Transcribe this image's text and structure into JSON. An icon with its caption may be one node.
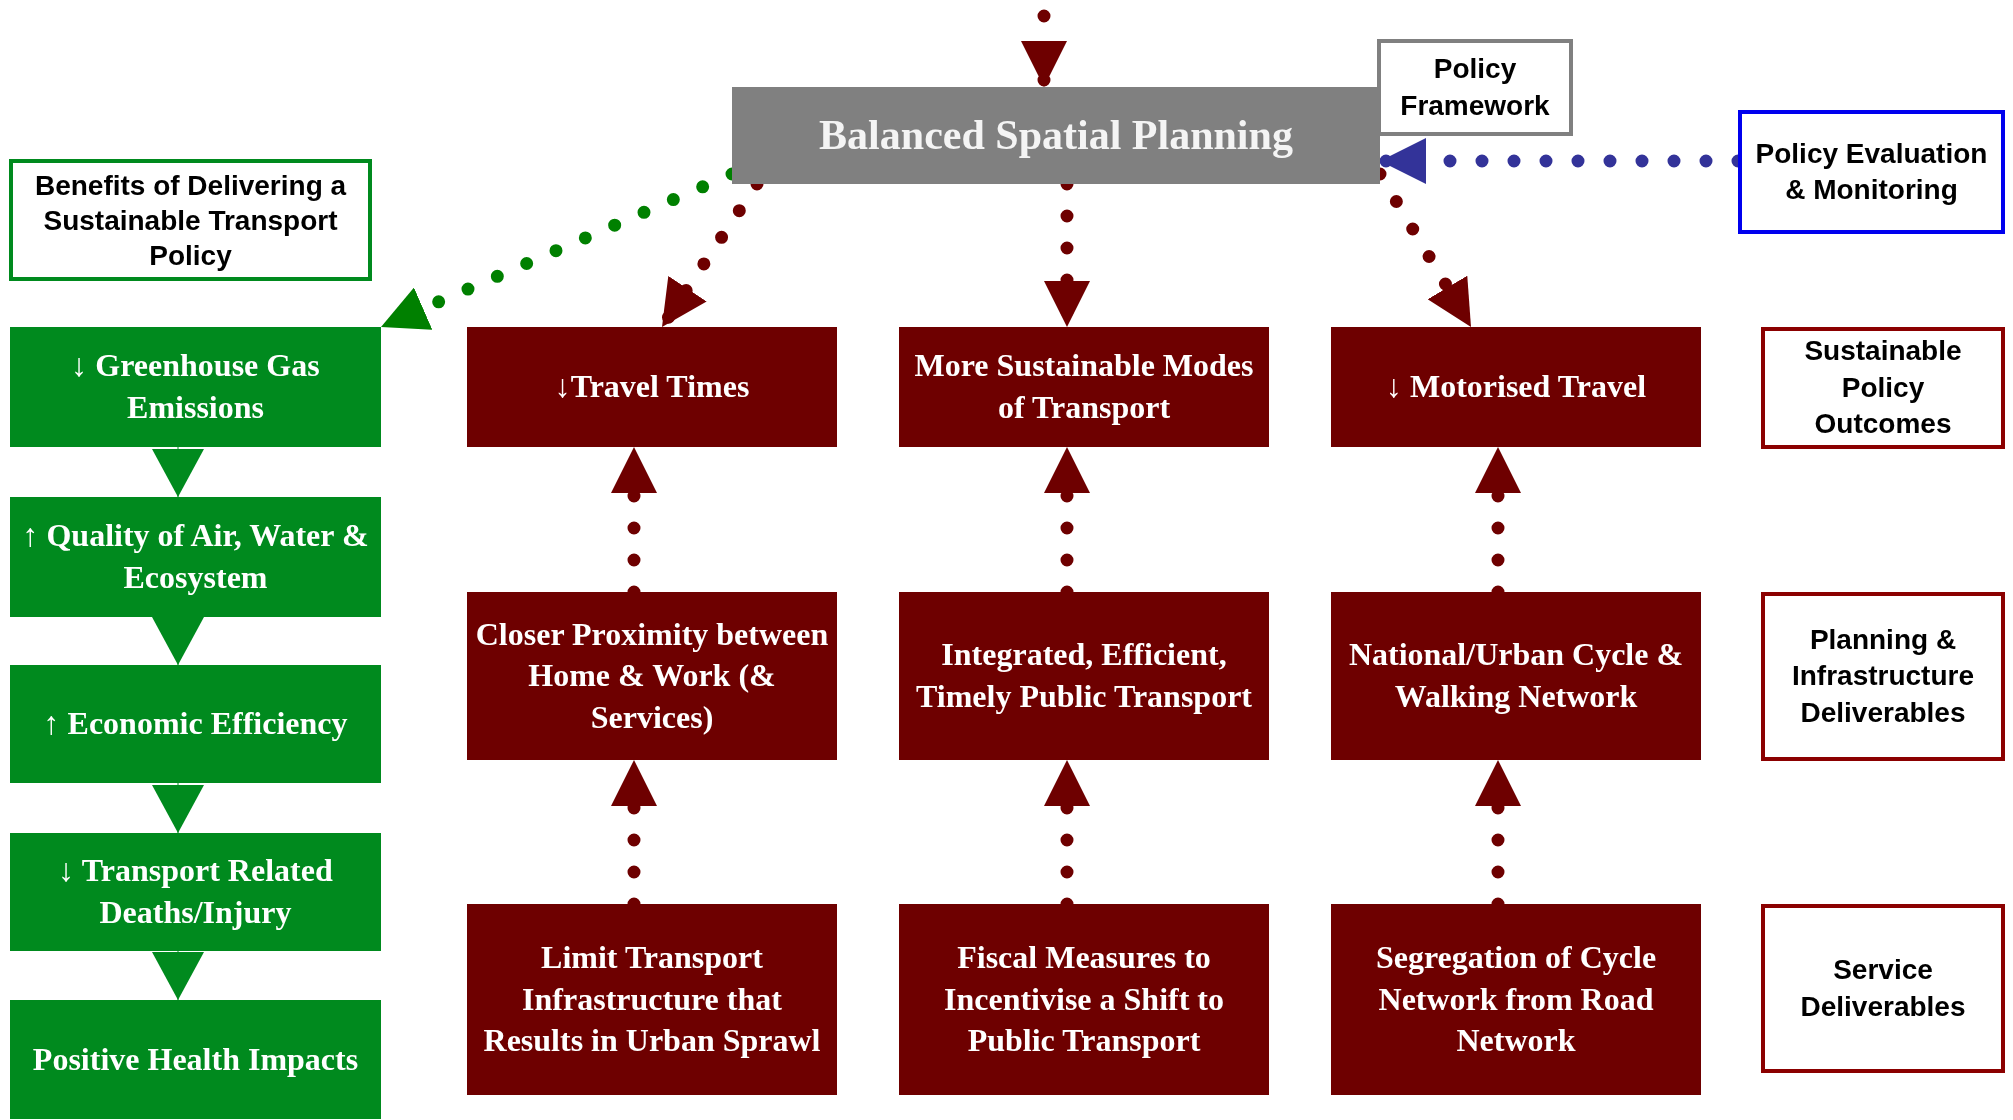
{
  "diagram": {
    "nodes": [
      {
        "text": [
          "Balanced Spatial Planning"
        ]
      },
      {
        "text": [
          "Policy Framework"
        ]
      },
      {
        "text": [
          "Policy Evaluation & Monitoring"
        ]
      },
      {
        "text": [
          "Benefits of Delivering a Sustainable Transport Policy"
        ]
      },
      {
        "text": [
          "↓ Greenhouse Gas Emissions"
        ]
      },
      {
        "text": [
          "↑ Quality of Air, Water & Ecosystem"
        ]
      },
      {
        "text": [
          "↑ Economic Efficiency"
        ]
      },
      {
        "text": [
          "↓ Transport Related Deaths/Injury"
        ]
      },
      {
        "text": [
          "Positive Health Impacts"
        ]
      },
      {
        "text": [
          "↓Travel Times"
        ]
      },
      {
        "text": [
          "More Sustainable Modes of Transport"
        ]
      },
      {
        "text": [
          "↓ Motorised Travel"
        ]
      },
      {
        "text": [
          "Closer Proximity between Home & Work (& Services)"
        ]
      },
      {
        "text": [
          "Integrated, Efficient, Timely Public Transport"
        ]
      },
      {
        "text": [
          "National/Urban Cycle & Walking Network"
        ]
      },
      {
        "text": [
          "Limit Transport Infrastructure that Results in Urban Sprawl"
        ]
      },
      {
        "text": [
          "Fiscal Measures to Incentivise a Shift to Public Transport"
        ]
      },
      {
        "text": [
          "Segregation of Cycle Network from Road Network"
        ]
      },
      {
        "text": [
          "Sustainable Policy Outcomes"
        ]
      },
      {
        "text": [
          "Planning & Infrastructure Deliverables"
        ]
      },
      {
        "text": [
          "Service Deliverables"
        ]
      }
    ],
    "edges": [
      {
        "from": null,
        "to": 0,
        "arrow": "to",
        "style": "dashed"
      },
      {
        "from": 0,
        "to": 4,
        "arrow": "to",
        "style": "dashed",
        "color": "#008000"
      },
      {
        "from": 0,
        "to": 9,
        "arrow": "to",
        "style": "dashed"
      },
      {
        "from": 0,
        "to": 10,
        "arrow": "to",
        "style": "dashed"
      },
      {
        "from": 0,
        "to": 11,
        "arrow": "to",
        "style": "dashed"
      },
      {
        "from": 2,
        "to": 0,
        "arrow": "to",
        "style": "dashed",
        "color": "#333399"
      },
      {
        "from": 4,
        "to": 5,
        "arrow": "to",
        "color": "#008a1e"
      },
      {
        "from": 5,
        "to": 6,
        "arrow": "to",
        "color": "#008a1e"
      },
      {
        "from": 6,
        "to": 7,
        "arrow": "to",
        "color": "#008a1e"
      },
      {
        "from": 7,
        "to": 8,
        "arrow": "to",
        "color": "#008a1e"
      },
      {
        "from": 12,
        "to": 9,
        "arrow": "to",
        "style": "dashed"
      },
      {
        "from": 13,
        "to": 10,
        "arrow": "to",
        "style": "dashed"
      },
      {
        "from": 14,
        "to": 11,
        "arrow": "to",
        "style": "dashed"
      },
      {
        "from": 15,
        "to": 12,
        "arrow": "to",
        "style": "dashed"
      },
      {
        "from": 16,
        "to": 13,
        "arrow": "to",
        "style": "dashed"
      },
      {
        "from": 17,
        "to": 14,
        "arrow": "to",
        "style": "dashed"
      }
    ]
  }
}
